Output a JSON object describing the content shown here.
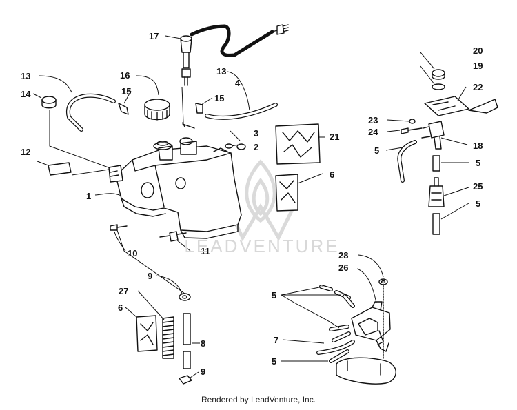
{
  "footer_text": "Rendered by LeadVenture, Inc.",
  "watermark_text": "LEADVENTURE",
  "callouts": [
    "1",
    "2",
    "3",
    "4",
    "5",
    "6",
    "7",
    "8",
    "9",
    "10",
    "11",
    "12",
    "13",
    "14",
    "15",
    "16",
    "17",
    "18",
    "19",
    "20",
    "21",
    "22",
    "23",
    "24",
    "25",
    "26",
    "27",
    "28"
  ],
  "line_color": "#111111",
  "watermark_color": "#d8d8d8"
}
